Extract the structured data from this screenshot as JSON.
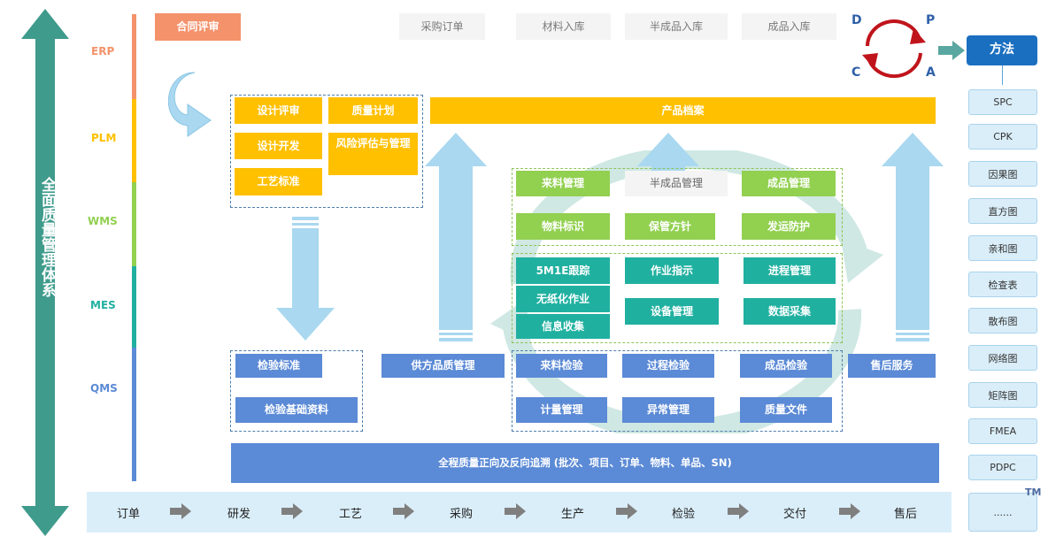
{
  "system_title": "全面质量管理体系",
  "layers": [
    "ERP",
    "PLM",
    "WMS",
    "MES",
    "QMS"
  ],
  "erp": {
    "contract_review": "合同评审",
    "purchase_order": "采购订单",
    "material_in": "材料入库",
    "semi_in": "半成品入库",
    "finished_in": "成品入库"
  },
  "pdca": {
    "d": "D",
    "p": "P",
    "c": "C",
    "a": "A"
  },
  "method": {
    "title": "方法",
    "tools": [
      "SPC",
      "CPK",
      "因果图",
      "直方图",
      "亲和图",
      "检查表",
      "散布图",
      "网络图",
      "矩阵图",
      "FMEA",
      "PDPC",
      "......"
    ]
  },
  "plm": {
    "design_review": "设计评审",
    "quality_plan": "质量计划",
    "design_dev": "设计开发",
    "risk": "风险评估与管理",
    "process_std": "工艺标准",
    "product_archive": "产品档案"
  },
  "wms": {
    "incoming_mgmt": "来料管理",
    "semi_mgmt": "半成品管理",
    "finished_mgmt": "成品管理",
    "material_id": "物料标识",
    "storage": "保管方针",
    "ship_protect": "发运防护"
  },
  "mes": {
    "tracking": "5M1E跟踪",
    "work_instr": "作业指示",
    "progress": "进程管理",
    "paperless": "无纸化作业",
    "equipment": "设备管理",
    "data_collect": "数据采集",
    "info_collect": "信息收集"
  },
  "qms": {
    "inspection_std": "检验标准",
    "inspection_base": "检验基础资料",
    "supplier_quality": "供方品质管理",
    "incoming_insp": "来料检验",
    "process_insp": "过程检验",
    "finished_insp": "成品检验",
    "after_sales": "售后服务",
    "metrology": "计量管理",
    "exception": "异常管理",
    "quality_docs": "质量文件",
    "trace": "全程质量正向及反向追溯 (批次、项目、订单、物料、单品、SN)"
  },
  "flow": [
    "订单",
    "研发",
    "工艺",
    "采购",
    "生产",
    "检验",
    "交付",
    "售后"
  ],
  "corner_label": "TM",
  "colors": {
    "erp": "#f4926b",
    "plm": "#ffc000",
    "wms": "#92d050",
    "mes": "#20b0a0",
    "qms": "#5b8ad6"
  }
}
